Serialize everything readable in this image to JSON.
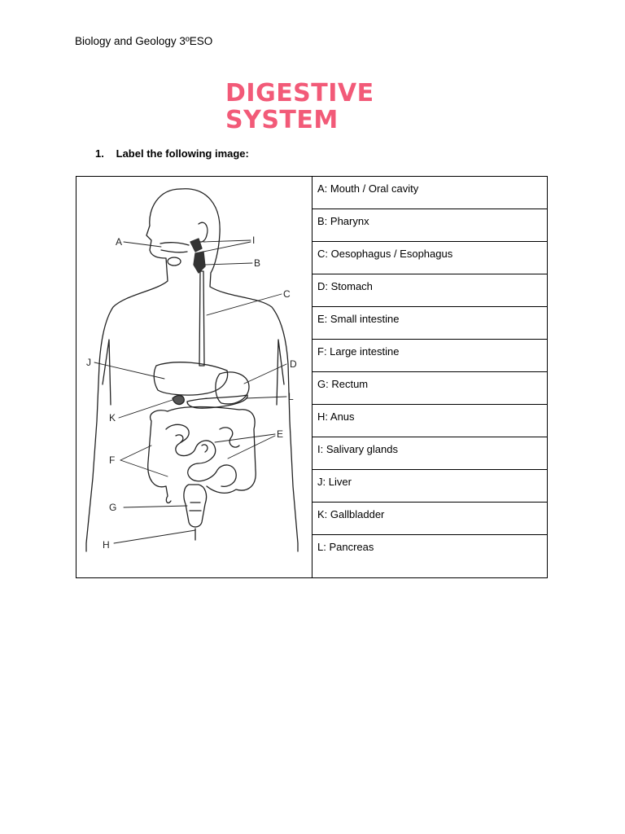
{
  "header": {
    "text": "Biology and Geology 3ºESO"
  },
  "title": {
    "line1": "DIGESTIVE",
    "line2": "SYSTEM"
  },
  "question": {
    "number": "1.",
    "text": "Label the following image:"
  },
  "diagram": {
    "letters": [
      "A",
      "B",
      "C",
      "D",
      "E",
      "F",
      "G",
      "H",
      "I",
      "J",
      "K",
      "L"
    ]
  },
  "answers": [
    "A: Mouth / Oral cavity",
    "B: Pharynx",
    "C: Oesophagus / Esophagus",
    "D: Stomach",
    "E: Small intestine",
    "F: Large intestine",
    "G: Rectum",
    "H: Anus",
    "I: Salivary glands",
    "J: Liver",
    "K: Gallbladder",
    "L: Pancreas"
  ],
  "colors": {
    "title": "#f25a78",
    "organ_dark": "#333333"
  }
}
